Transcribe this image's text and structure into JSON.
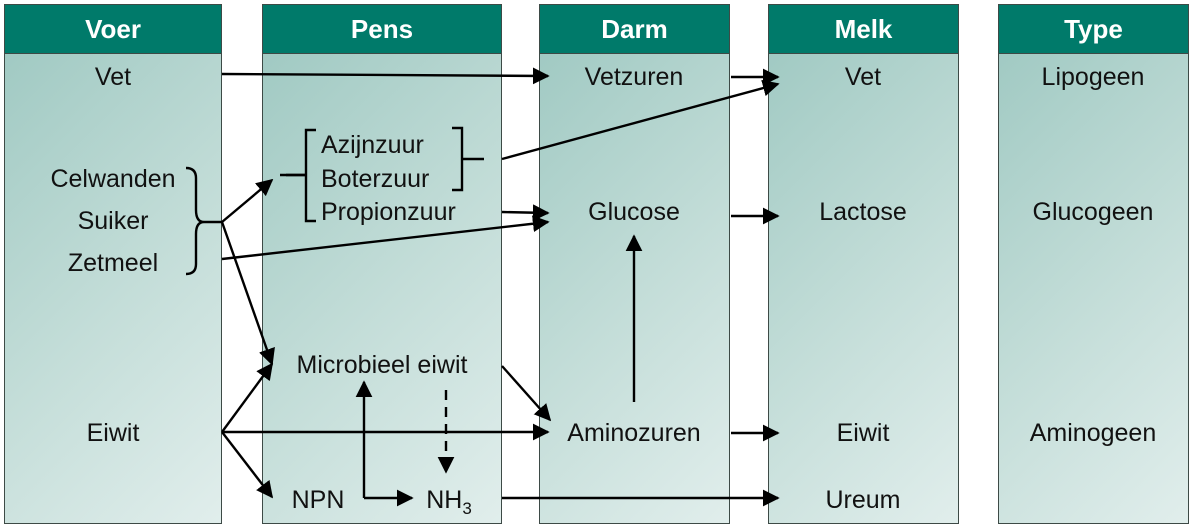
{
  "columns": {
    "voer": "Voer",
    "pens": "Pens",
    "darm": "Darm",
    "melk": "Melk",
    "type": "Type"
  },
  "voer": {
    "vet": "Vet",
    "celwanden": "Celwanden",
    "suiker": "Suiker",
    "zetmeel": "Zetmeel",
    "eiwit": "Eiwit"
  },
  "pens": {
    "azijnzuur": "Azijnzuur",
    "boterzuur": "Boterzuur",
    "propionzuur": "Propionzuur",
    "microbieel_eiwit": "Microbieel eiwit",
    "npn": "NPN",
    "nh3_base": "NH",
    "nh3_sub": "3"
  },
  "darm": {
    "vetzuren": "Vetzuren",
    "glucose": "Glucose",
    "aminozuren": "Aminozuren"
  },
  "melk": {
    "vet": "Vet",
    "lactose": "Lactose",
    "eiwit": "Eiwit",
    "ureum": "Ureum"
  },
  "type": {
    "lipogeen": "Lipogeen",
    "glucogeen": "Glucogeen",
    "aminogeen": "Aminogeen"
  }
}
